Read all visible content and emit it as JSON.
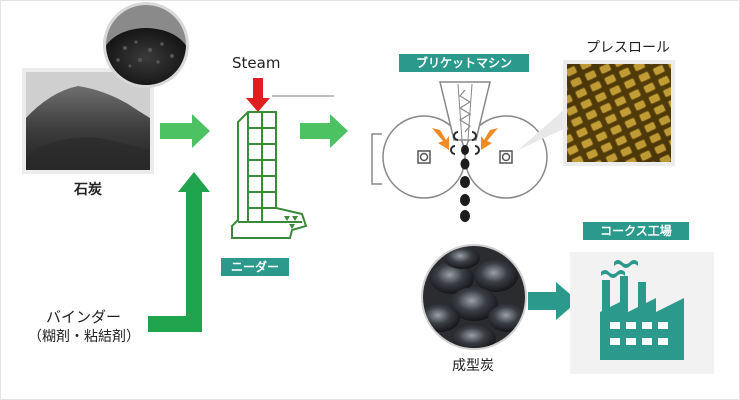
{
  "labels": {
    "coal": "石炭",
    "steam": "Steam",
    "binder_line1": "バインダー",
    "binder_line2": "（糊剤・粘結剤）",
    "kneader": "ニーダー",
    "briquette_machine": "ブリケットマシン",
    "press_roll": "プレスロール",
    "formed_coal": "成型炭",
    "coke_factory": "コークス工場"
  },
  "colors": {
    "green_arrow": "#4cc262",
    "teal": "#2b9a8c",
    "steam_arrow": "#e02020",
    "kneader_line": "#3a8a3a",
    "roll_arrows": "#f08a24"
  },
  "icons": [
    "coal-pile-photo",
    "coal-grains-photo",
    "press-roll-photo",
    "briquettes-photo",
    "factory-icon"
  ]
}
